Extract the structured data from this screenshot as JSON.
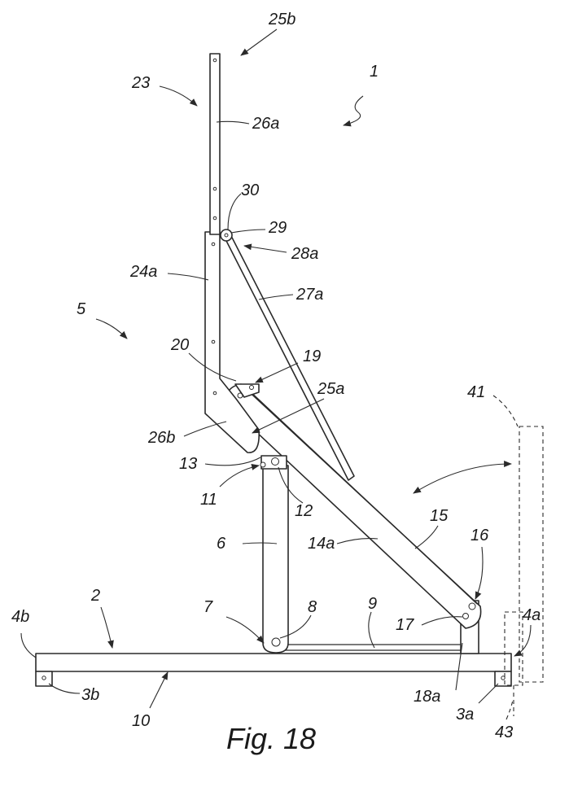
{
  "figure": {
    "caption": "Fig. 18",
    "colors": {
      "ink": "#2a2a2a",
      "background": "#ffffff"
    }
  },
  "labels": {
    "l_1": "1",
    "l_2": "2",
    "l_3a": "3a",
    "l_3b": "3b",
    "l_4a": "4a",
    "l_4b": "4b",
    "l_5": "5",
    "l_6": "6",
    "l_7": "7",
    "l_8": "8",
    "l_9": "9",
    "l_10": "10",
    "l_11": "11",
    "l_12": "12",
    "l_13": "13",
    "l_14a": "14a",
    "l_15": "15",
    "l_16": "16",
    "l_17": "17",
    "l_18a": "18a",
    "l_19": "19",
    "l_20": "20",
    "l_23": "23",
    "l_24a": "24a",
    "l_25a": "25a",
    "l_25b": "25b",
    "l_26a": "26a",
    "l_26b": "26b",
    "l_27a": "27a",
    "l_28a": "28a",
    "l_29": "29",
    "l_30": "30",
    "l_41": "41",
    "l_43": "43"
  }
}
